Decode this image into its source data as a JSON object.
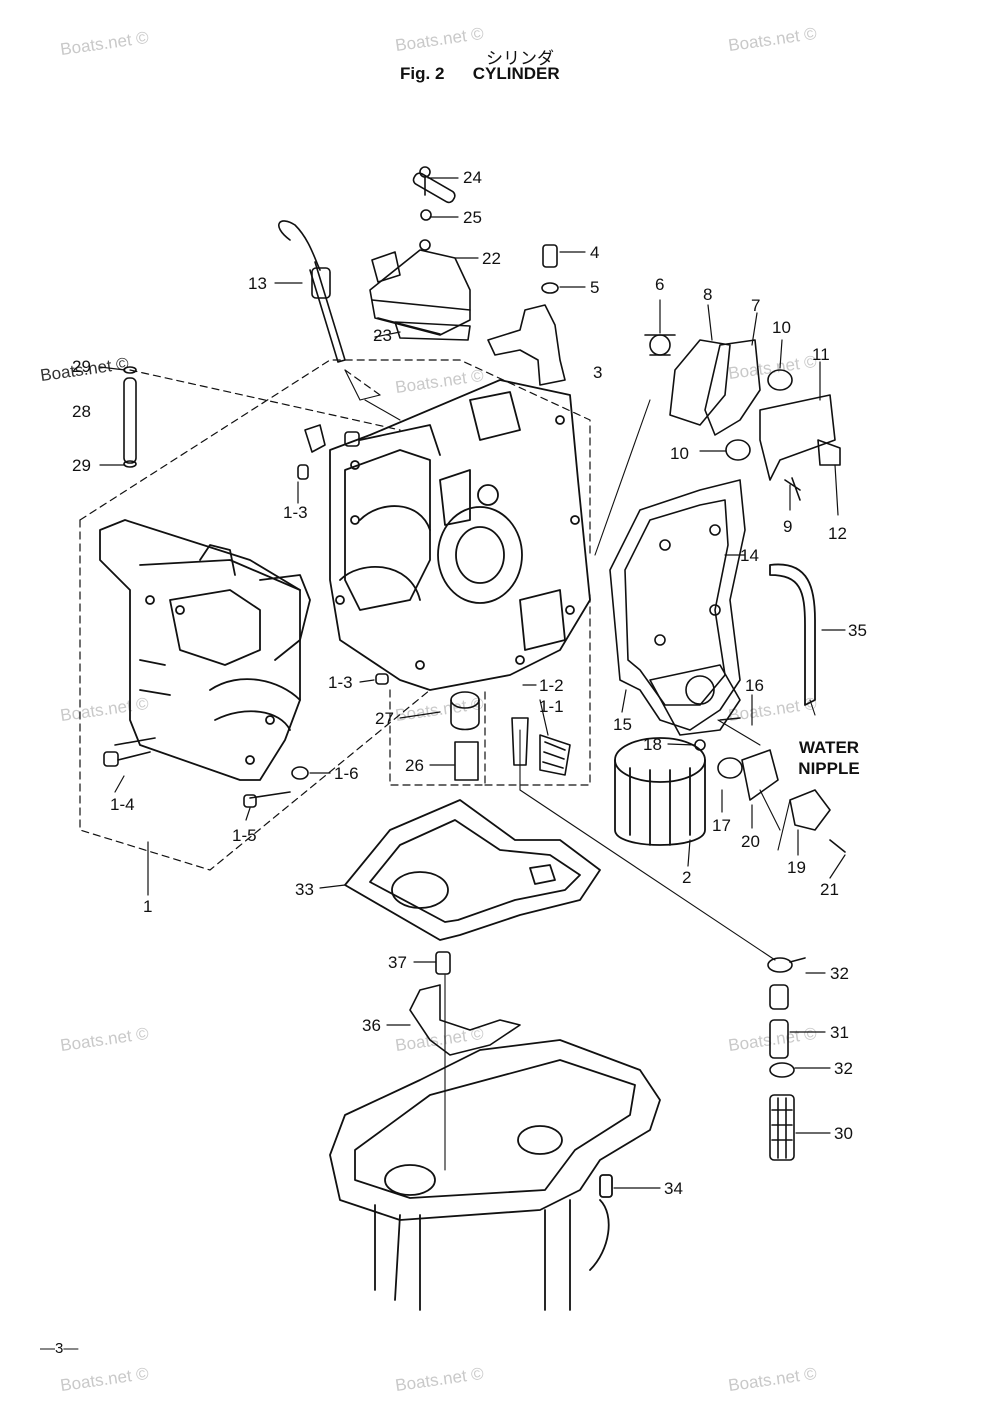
{
  "header": {
    "title_jp": "シリンダ",
    "fig_label": "Fig. 2",
    "title_en": "CYLINDER"
  },
  "watermark": "Boats.net ©",
  "page_number": "—3—",
  "callout_water": [
    "WATER",
    "NIPPLE"
  ],
  "parts": [
    "24",
    "25",
    "22",
    "4",
    "5",
    "13",
    "23",
    "3",
    "6",
    "8",
    "7",
    "10",
    "11",
    "29",
    "28",
    "29",
    "1-3",
    "10",
    "9",
    "12",
    "14",
    "35",
    "1-3",
    "1-2",
    "1-1",
    "27",
    "26",
    "15",
    "16",
    "18",
    "1-4",
    "1-6",
    "1-5",
    "17",
    "20",
    "19",
    "2",
    "21",
    "1",
    "33",
    "37",
    "32",
    "31",
    "36",
    "32",
    "30",
    "34"
  ]
}
